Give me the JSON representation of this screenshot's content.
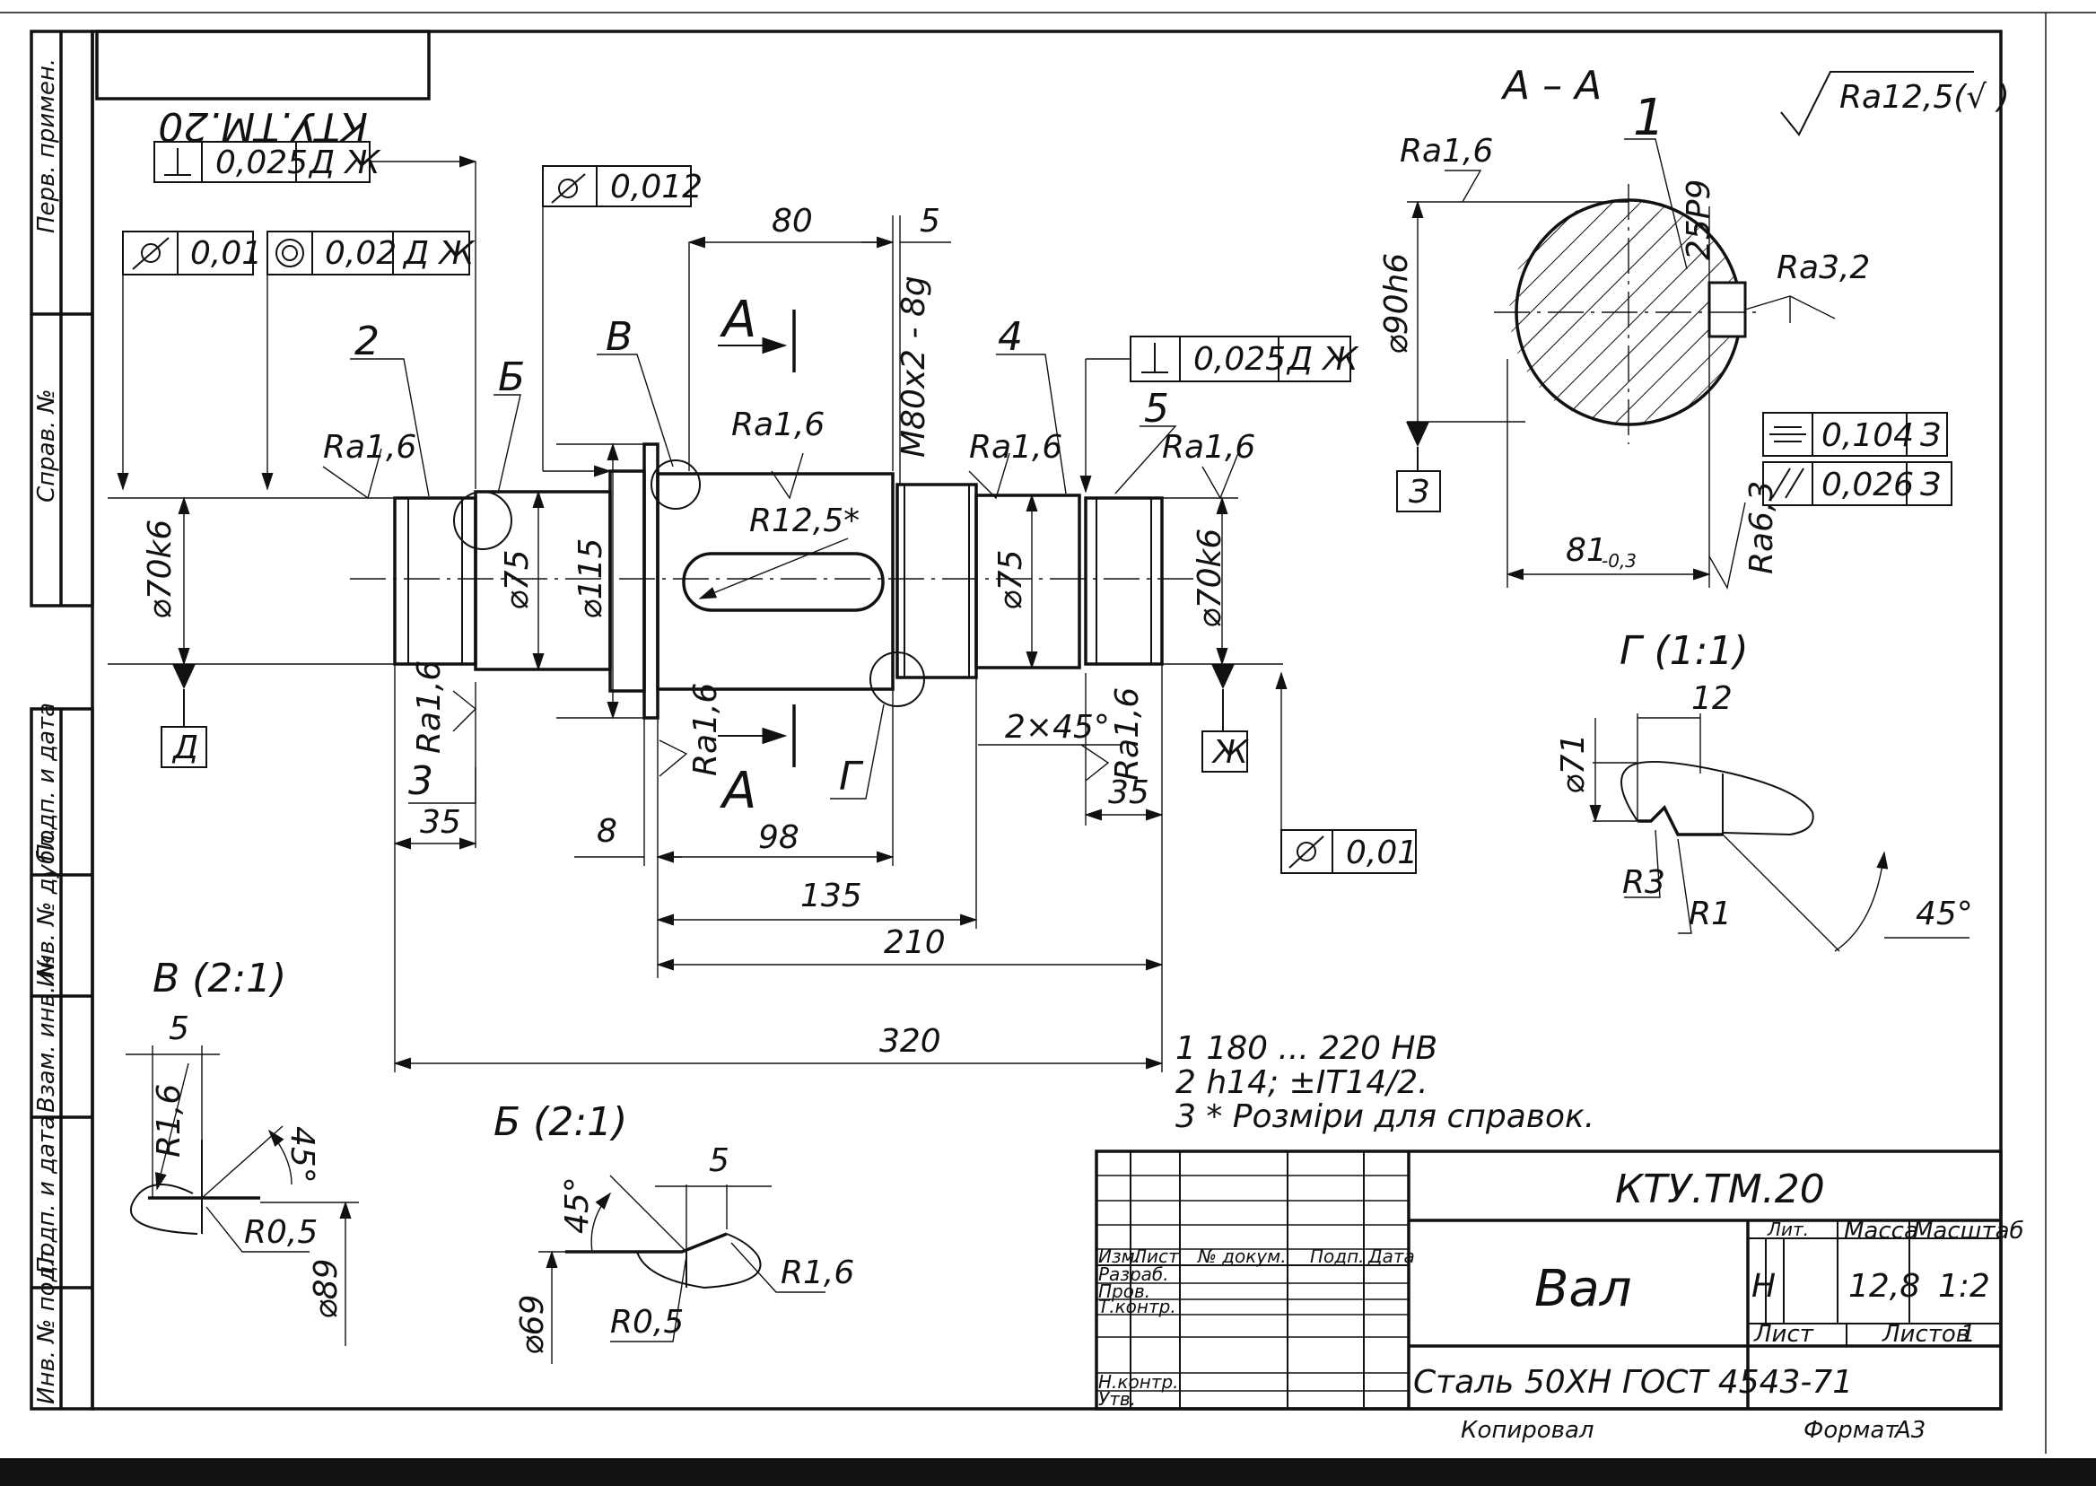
{
  "drawing": {
    "code": "КТУ.ТМ.20",
    "code_mirrored": "КТУ.ТМ.20",
    "name": "Вал",
    "material": "Сталь 50ХН ГОСТ 4543-71",
    "general_roughness": "Ra12,5(√ )",
    "mass": "12,8",
    "scale": "1:2",
    "lit": "Н",
    "sheet_label": "Лист",
    "sheets_label": "Листов",
    "sheets_count": "1",
    "copied_label": "Копировал",
    "format_label": "Формат",
    "format_value": "А3"
  },
  "title_block": {
    "col_headers": [
      "Изм.",
      "Лист",
      "№ докум.",
      "Подп.",
      "Дата"
    ],
    "rows": [
      "Разраб.",
      "Пров.",
      "Т.контр.",
      "Н.контр.",
      "Утв."
    ],
    "lit_header": "Лит.",
    "mass_header": "Масса",
    "scale_header": "Масштаб"
  },
  "side_stamps": [
    "Перв. примен.",
    "Справ. №",
    "Подп. и дата",
    "Инв. № дубл.",
    "Взам. инв. №",
    "Подп. и дата",
    "Инв. № подл."
  ],
  "notes": [
    "1  180 ... 220 НВ",
    "2   h14; ±IT14/2.",
    "3 * Розміри для справок."
  ],
  "main_view": {
    "leaders": [
      "2",
      "Б",
      "В",
      "4",
      "5",
      "3",
      "Г"
    ],
    "section_letters": [
      "А",
      "А"
    ],
    "diameters": [
      "⌀70k6",
      "⌀75",
      "⌀115",
      "⌀75",
      "⌀70k6"
    ],
    "thread": "M80x2 - 8g",
    "keyway_radius": "R12,5*",
    "roughness": [
      "Ra1,6",
      "Ra1,6",
      "Ra1,6",
      "Ra1,6",
      "Ra1,6",
      "Ra1,6",
      "Ra1,6"
    ],
    "chamfer": "2×45°",
    "dims": {
      "d80": "80",
      "d5": "5",
      "d35a": "35",
      "d8": "8",
      "d98": "98",
      "d135": "135",
      "d210": "210",
      "d320": "320",
      "d35b": "35"
    },
    "datums": [
      "Д",
      "Ж"
    ],
    "tol_perp_top": {
      "value": "0,025",
      "datums": "Д Ж"
    },
    "tol_runout_a": {
      "value": "0,012"
    },
    "tol_runout_b": {
      "value": "0,01"
    },
    "tol_coax": {
      "value": "0,02",
      "datums": "Д Ж"
    },
    "tol_perp_right": {
      "value": "0,025",
      "datums": "Д Ж"
    },
    "tol_runout_c": {
      "value": "0,01"
    }
  },
  "section_aa": {
    "title": "А – А",
    "leader": "1",
    "roughness_top": "Ra1,6",
    "roughness_key": "Ra3,2",
    "roughness_bottom": "Ra6,3",
    "diameter": "⌀90h6",
    "key_width": "25P9",
    "depth": "81",
    "depth_tol": "-0,3",
    "datum": "З",
    "tol_sym": {
      "value": "0,104",
      "datum": "З"
    },
    "tol_par": {
      "value": "0,026",
      "datum": "З"
    }
  },
  "detail_g": {
    "title": "Г (1:1)",
    "d12": "12",
    "diameter": "⌀71",
    "r3": "R3",
    "r1": "R1",
    "angle": "45°"
  },
  "detail_v": {
    "title": "В (2:1)",
    "d5": "5",
    "r16": "R1,6",
    "r05": "R0,5",
    "angle": "45°",
    "diameter": "⌀89"
  },
  "detail_b": {
    "title": "Б (2:1)",
    "d5": "5",
    "r16": "R1,6",
    "r05": "R0,5",
    "angle": "45°",
    "diameter": "⌀69"
  }
}
